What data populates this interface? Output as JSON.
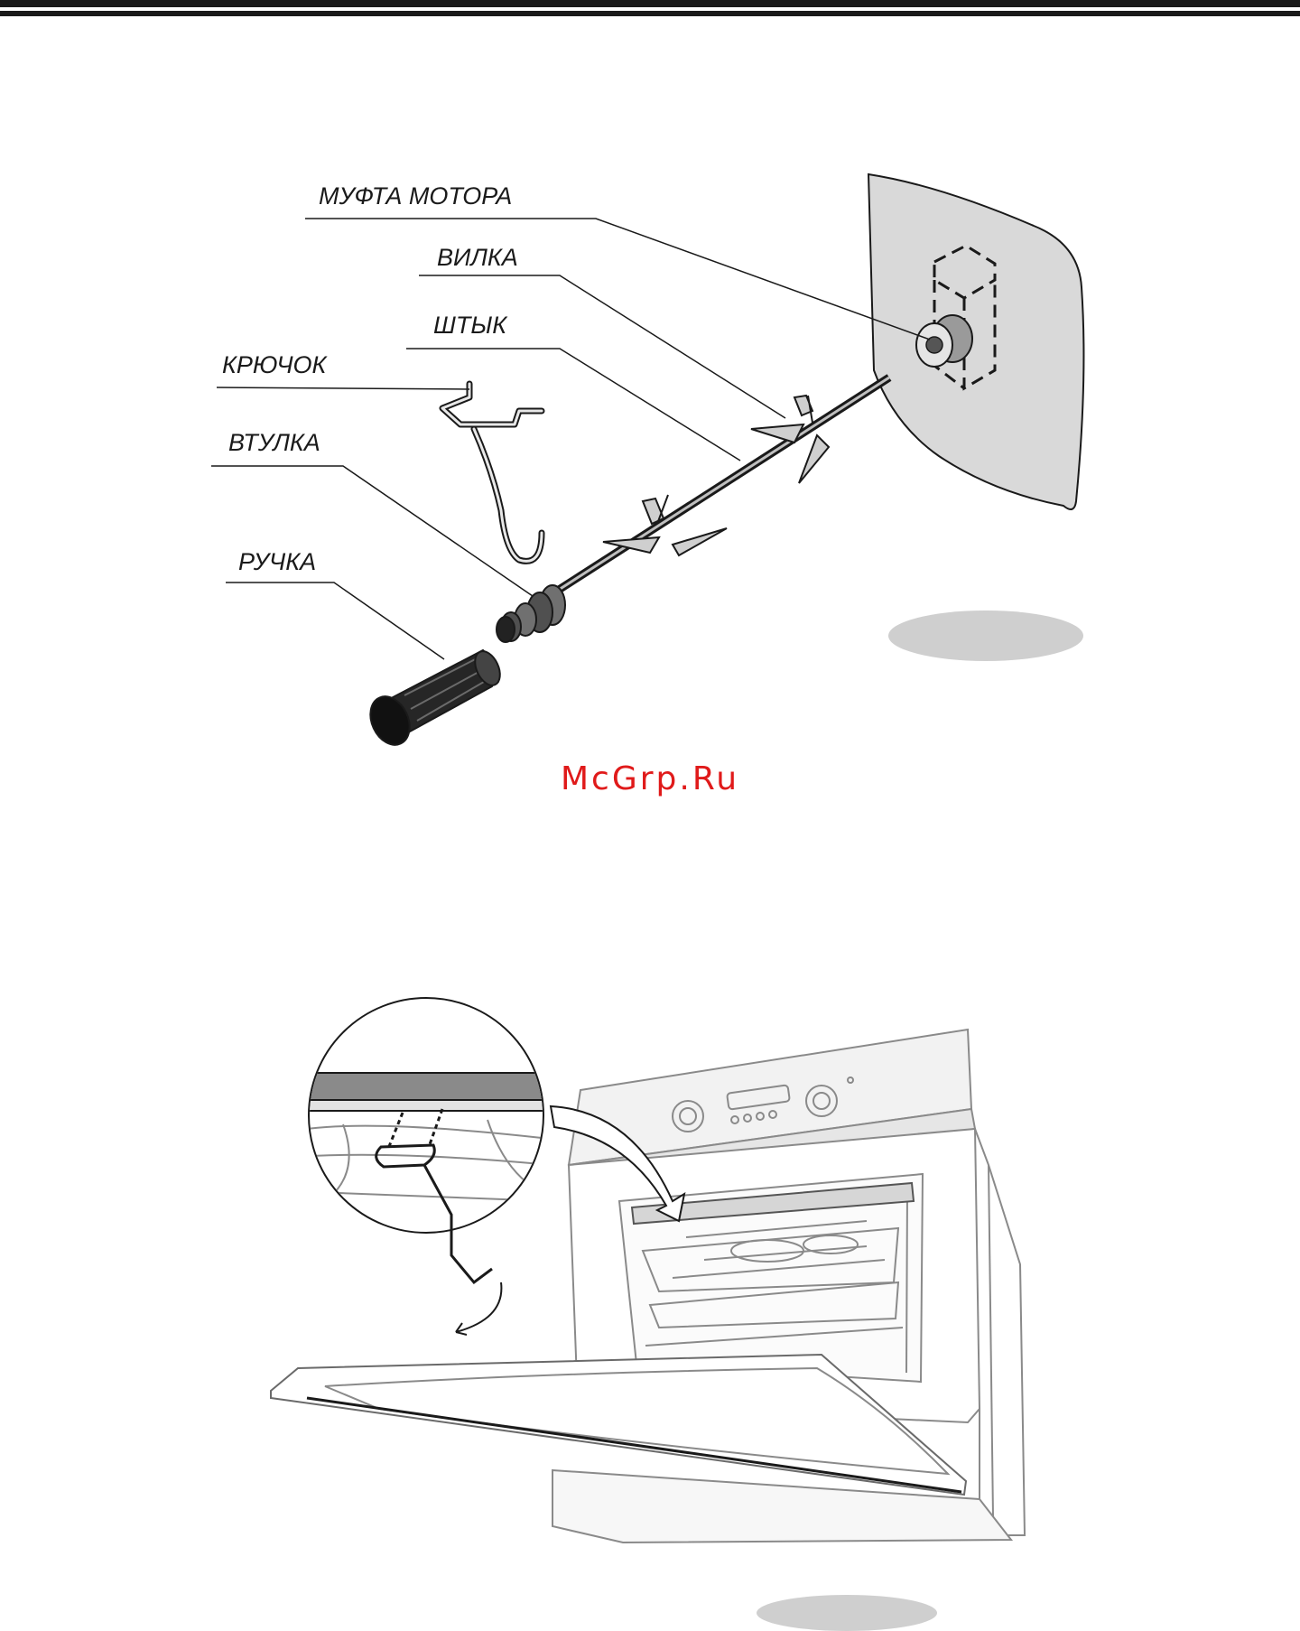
{
  "watermark": "McGrp.Ru",
  "spit_diagram": {
    "labels": {
      "motor_coupling": "МУФТА МОТОРА",
      "fork": "ВИЛКА",
      "spit": "ШТЫК",
      "hook": "КРЮЧОК",
      "bushing": "ВТУЛКА",
      "handle": "РУЧКА"
    }
  },
  "colors": {
    "rule": "#1a1a1a",
    "watermark": "#e01a1a",
    "badge": "#cfcfcf",
    "wall": "#d9d9d9",
    "oven_line": "#8a8a8a"
  }
}
